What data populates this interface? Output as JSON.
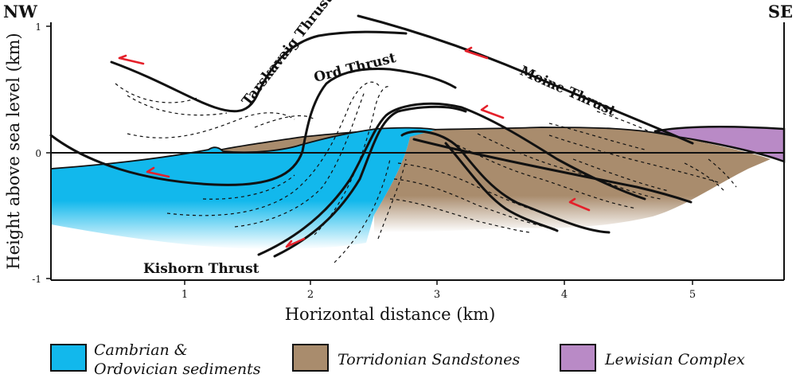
{
  "colors": {
    "cambrian": "#12b8ec",
    "torridonian": "#a98c6d",
    "lewisian": "#b98ac6",
    "arrow": "#e4202a",
    "ink": "#111111"
  },
  "orientation": {
    "left": "NW",
    "right": "SE"
  },
  "axes": {
    "x_label": "Horizontal distance (km)",
    "y_label": "Height above sea level (km)",
    "x_ticks": [
      "1",
      "2",
      "3",
      "4",
      "5"
    ],
    "y_ticks": [
      "1",
      "0",
      "-1"
    ]
  },
  "faults": {
    "tarskavaig": "Tarskavaig Thrust",
    "ord": "Ord Thrust",
    "moine": "Moine Thrust",
    "kishorn": "Kishorn Thrust"
  },
  "legend": {
    "cambrian_line1": "Cambrian &",
    "cambrian_line2": "Ordovician sediments",
    "torridonian": "Torridonian Sandstones",
    "lewisian": "Lewisian Complex"
  }
}
